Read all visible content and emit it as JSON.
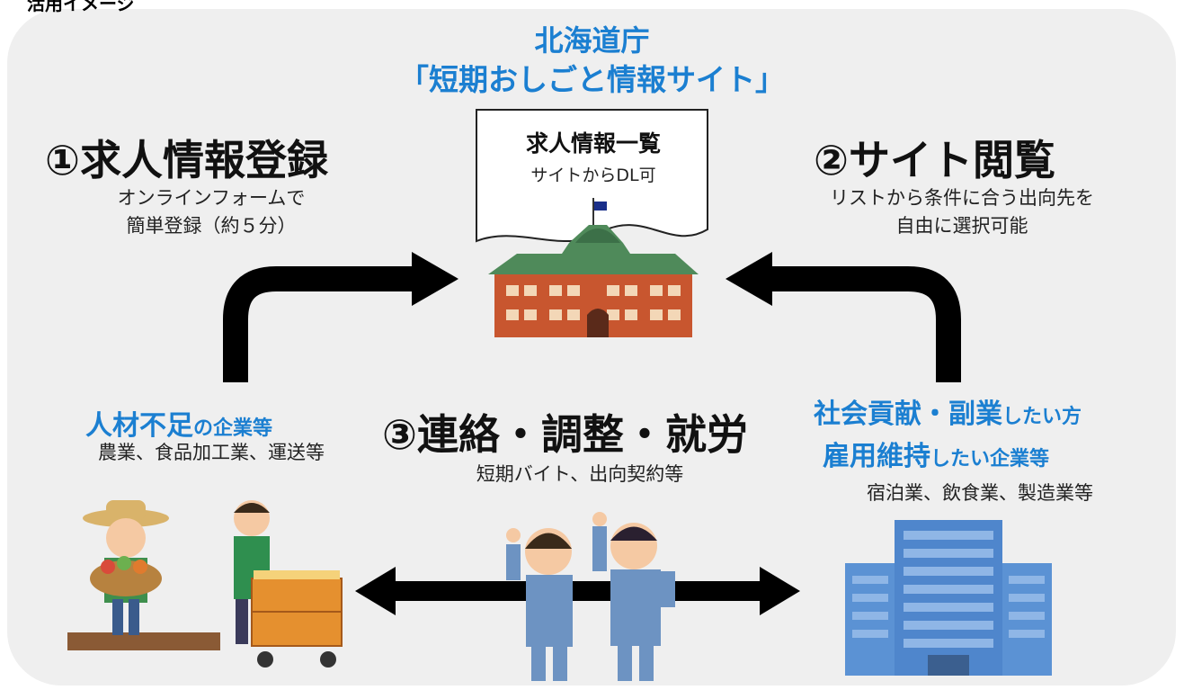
{
  "top_cut": "活用イメージ",
  "title": {
    "line1": "北海道庁",
    "line2": "「短期おしごと情報サイト」"
  },
  "document": {
    "line1": "求人情報一覧",
    "line2": "サイトからDL可"
  },
  "step1": {
    "heading": "①求人情報登録",
    "line1": "オンラインフォームで",
    "line2": "簡単登録（約５分）"
  },
  "step2": {
    "heading": "②サイト閲覧",
    "line1": "リストから条件に合う出向先を",
    "line2": "自由に選択可能"
  },
  "step3": {
    "heading": "③連絡・調整・就労",
    "line1": "短期バイト、出向契約等"
  },
  "left_party": {
    "strong": "人材不足",
    "small": "の企業等",
    "line": "農業、食品加工業、運送等"
  },
  "right_party": {
    "row1_strong": "社会貢献・副業",
    "row1_small": "したい方",
    "row2_strong": "雇用維持",
    "row2_small": "したい企業等",
    "line": "宿泊業、飲食業、製造業等"
  },
  "colors": {
    "title_blue": "#1b7fd1",
    "panel_gray": "#efefef",
    "arrow": "#000000",
    "brick": "#c8562f",
    "roof_green": "#4f8a5a",
    "building_blue": "#5b92d4"
  }
}
